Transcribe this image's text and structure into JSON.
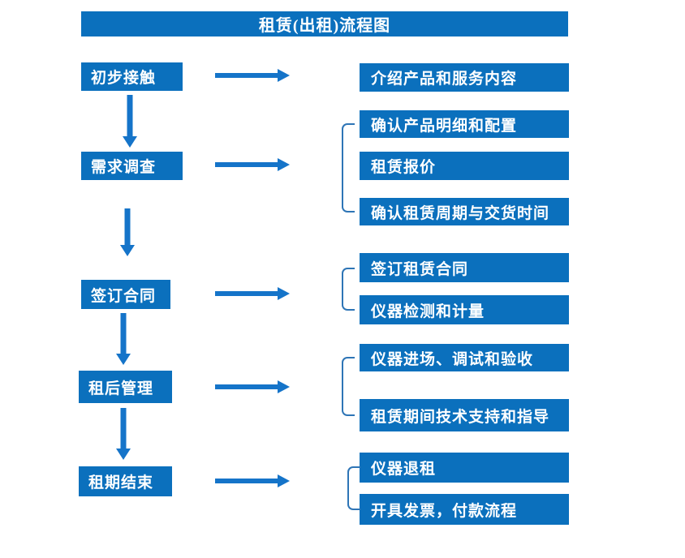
{
  "title": "租赁(出租)流程图",
  "colors": {
    "box_blue": "#0b70bd",
    "arrow_blue": "#1574c9",
    "bracket_blue": "#2e75b6",
    "text_white": "#ffffff"
  },
  "flow": {
    "steps": [
      {
        "label": "初步接触",
        "details": [
          "介绍产品和服务内容"
        ]
      },
      {
        "label": "需求调查",
        "details": [
          "确认产品明细和配置",
          "租赁报价",
          "确认租赁周期与交货时间"
        ]
      },
      {
        "label": "签订合同",
        "details": [
          "签订租赁合同",
          "仪器检测和计量"
        ]
      },
      {
        "label": "租后管理",
        "details": [
          "仪器进场、调试和验收",
          "租赁期间技术支持和指导"
        ]
      },
      {
        "label": "租期结束",
        "details": [
          "仪器退租",
          "开具发票，付款流程"
        ]
      }
    ]
  }
}
